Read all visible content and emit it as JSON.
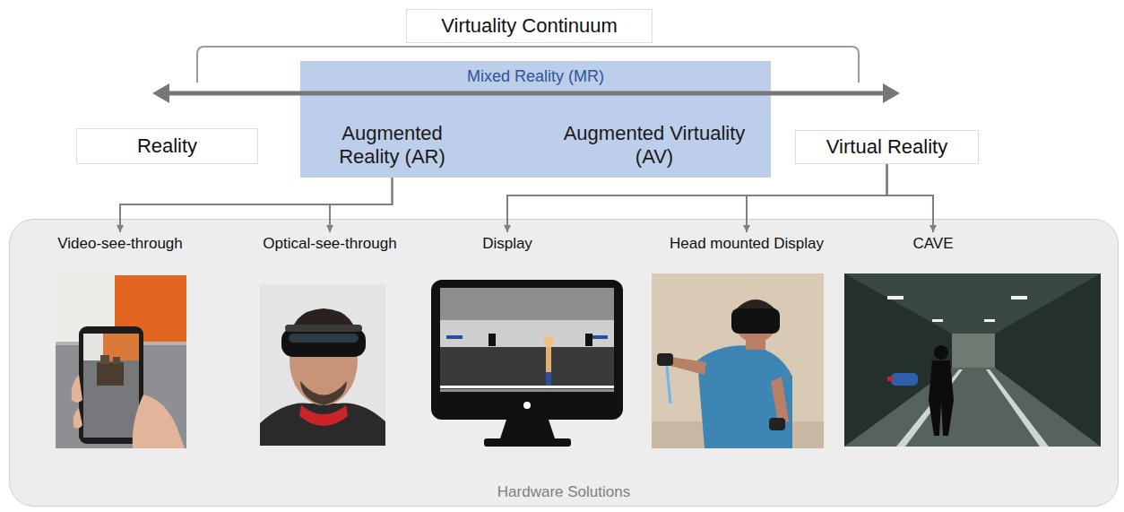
{
  "diagram": {
    "nodes": [
      {
        "text": [
          "Virtuality Continuum"
        ]
      },
      {
        "text": [
          "Reality"
        ]
      },
      {
        "text": [
          "Mixed Reality (MR)"
        ]
      },
      {
        "text": [
          "Augmented Reality (AR)"
        ],
        "in": 2
      },
      {
        "text": [
          "Augmented Virtuality (AV)"
        ],
        "in": 2
      },
      {
        "text": [
          "Virtual Reality"
        ]
      },
      {
        "text": [
          "Hardware Solutions"
        ]
      },
      {
        "text": [
          "Video-see-through"
        ],
        "in": 6
      },
      {
        "text": [
          "Optical-see-through"
        ],
        "in": 6
      },
      {
        "text": [
          "Display"
        ],
        "in": 6
      },
      {
        "text": [
          "Head mounted Display"
        ],
        "in": 6
      },
      {
        "text": [
          "CAVE"
        ],
        "in": 6
      }
    ],
    "edges": [
      {
        "from": 3,
        "to": 7,
        "arrow": "to"
      },
      {
        "from": 3,
        "to": 8,
        "arrow": "to"
      },
      {
        "from": 5,
        "to": 9,
        "arrow": "to"
      },
      {
        "from": 5,
        "to": 10,
        "arrow": "to"
      },
      {
        "from": 5,
        "to": 11,
        "arrow": "to"
      }
    ]
  }
}
